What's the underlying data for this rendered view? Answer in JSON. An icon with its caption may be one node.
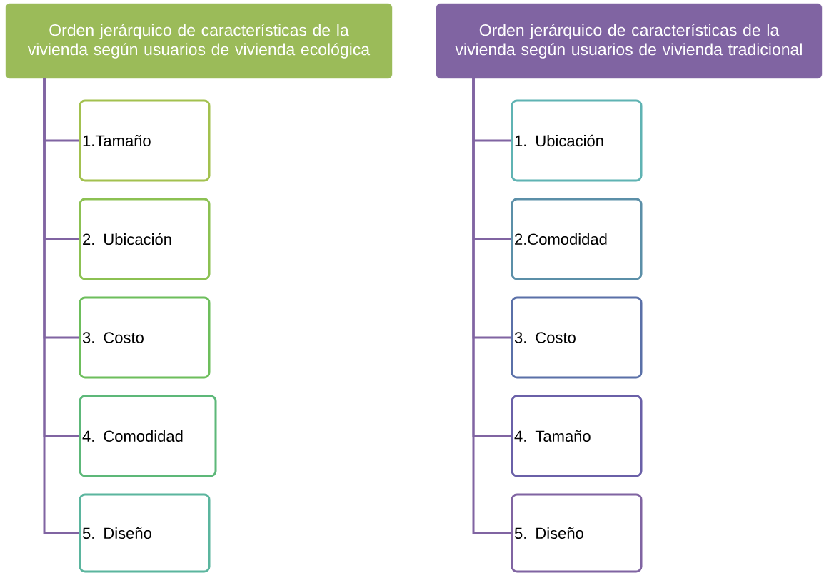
{
  "diagram": {
    "nodes": [
      {
        "text": [
          "Orden jerárquico de características de la vivienda según usuarios de vivienda ecológica"
        ]
      },
      {
        "text": [
          "1.Tamaño"
        ]
      },
      {
        "text": [
          "2. Ubicación"
        ]
      },
      {
        "text": [
          "3. Costo"
        ]
      },
      {
        "text": [
          "4. Comodidad"
        ]
      },
      {
        "text": [
          "5. Diseño"
        ]
      },
      {
        "text": [
          "Orden jerárquico de características de la vivienda según usuarios de vivienda tradicional"
        ]
      },
      {
        "text": [
          "1. Ubicación"
        ]
      },
      {
        "text": [
          "2.Comodidad"
        ]
      },
      {
        "text": [
          "3. Costo"
        ]
      },
      {
        "text": [
          "4. Tamaño"
        ]
      },
      {
        "text": [
          "5. Diseño"
        ]
      }
    ],
    "edges": [
      {
        "from": 0,
        "to": 1,
        "arrow": "none"
      },
      {
        "from": 0,
        "to": 2,
        "arrow": "none"
      },
      {
        "from": 0,
        "to": 3,
        "arrow": "none"
      },
      {
        "from": 0,
        "to": 4,
        "arrow": "none"
      },
      {
        "from": 0,
        "to": 5,
        "arrow": "none"
      },
      {
        "from": 6,
        "to": 7,
        "arrow": "none"
      },
      {
        "from": 6,
        "to": 8,
        "arrow": "none"
      },
      {
        "from": 6,
        "to": 9,
        "arrow": "none"
      },
      {
        "from": 6,
        "to": 10,
        "arrow": "none"
      },
      {
        "from": 6,
        "to": 11,
        "arrow": "none"
      }
    ]
  }
}
